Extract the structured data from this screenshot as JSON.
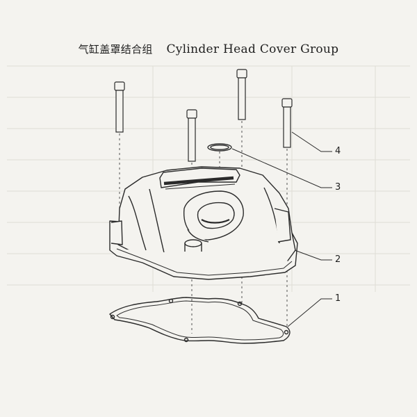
{
  "title": {
    "chinese": "气缸盖罩结合组",
    "english": "Cylinder Head Cover Group"
  },
  "callouts": [
    {
      "number": "1",
      "part": "gasket"
    },
    {
      "number": "2",
      "part": "cylinder-head-cover"
    },
    {
      "number": "3",
      "part": "o-ring"
    },
    {
      "number": "4",
      "part": "bolt"
    }
  ],
  "colors": {
    "line": "#2a2a2a",
    "paper": "#f4f3ef",
    "faint_table": "#d9d8d2"
  }
}
